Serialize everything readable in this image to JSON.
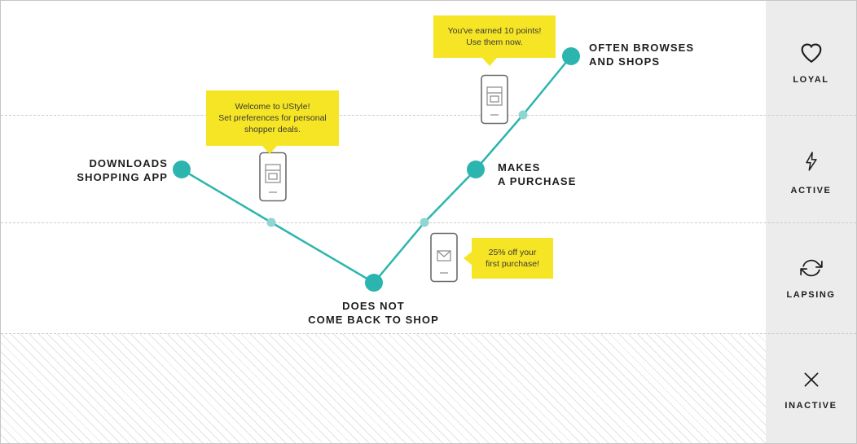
{
  "diagram_type": "customer-journey-map",
  "journey": {
    "stages": [
      {
        "label": "DOWNLOADS\nSHOPPING APP",
        "level": "ACTIVE"
      },
      {
        "label": "DOES NOT\nCOME BACK TO SHOP",
        "level": "LAPSING"
      },
      {
        "label": "MAKES\nA PURCHASE",
        "level": "ACTIVE"
      },
      {
        "label": "OFTEN BROWSES\nAND SHOPS",
        "level": "LOYAL"
      }
    ],
    "callouts": [
      {
        "text": "Welcome to UStyle!\nSet preferences for personal\nshopper deals.",
        "attached_to": "app-notification-phone-1"
      },
      {
        "text": "You've earned 10 points!\nUse them now.",
        "attached_to": "app-notification-phone-2"
      },
      {
        "text": "25% off your\nfirst purchase!",
        "attached_to": "email-phone"
      }
    ]
  },
  "sidebar": {
    "levels": [
      {
        "label": "LOYAL",
        "icon": "heart-icon"
      },
      {
        "label": "ACTIVE",
        "icon": "lightning-icon"
      },
      {
        "label": "LAPSING",
        "icon": "repeat-icon"
      },
      {
        "label": "INACTIVE",
        "icon": "x-icon"
      }
    ]
  },
  "colors": {
    "teal": "#2cb5ae",
    "yellow": "#f6e525",
    "sidebar": "#ececec"
  }
}
